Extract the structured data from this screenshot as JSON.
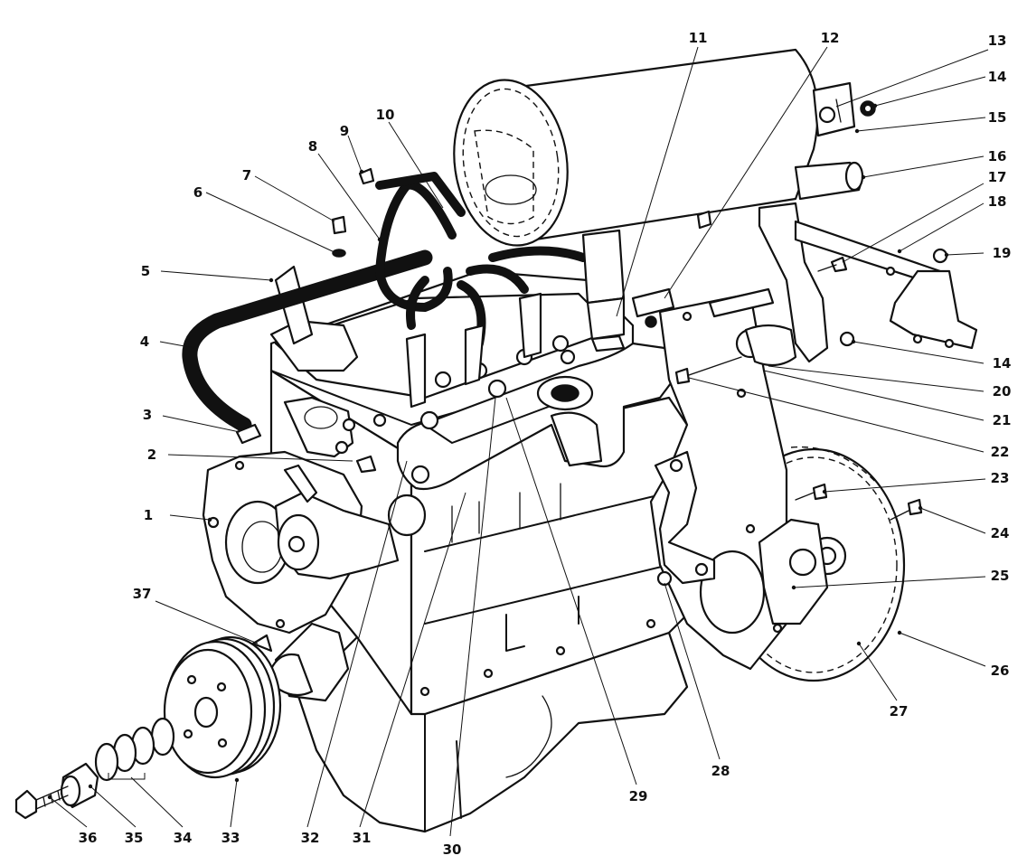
{
  "callouts": [
    {
      "num": "1"
    },
    {
      "num": "2"
    },
    {
      "num": "3"
    },
    {
      "num": "4"
    },
    {
      "num": "5"
    },
    {
      "num": "6"
    },
    {
      "num": "7"
    },
    {
      "num": "8"
    },
    {
      "num": "9"
    },
    {
      "num": "10"
    },
    {
      "num": "11"
    },
    {
      "num": "12"
    },
    {
      "num": "13"
    },
    {
      "num": "14"
    },
    {
      "num": "14"
    },
    {
      "num": "15"
    },
    {
      "num": "16"
    },
    {
      "num": "17"
    },
    {
      "num": "18"
    },
    {
      "num": "19"
    },
    {
      "num": "20"
    },
    {
      "num": "21"
    },
    {
      "num": "22"
    },
    {
      "num": "23"
    },
    {
      "num": "24"
    },
    {
      "num": "25"
    },
    {
      "num": "26"
    },
    {
      "num": "27"
    },
    {
      "num": "28"
    },
    {
      "num": "29"
    },
    {
      "num": "30"
    },
    {
      "num": "31"
    },
    {
      "num": "32"
    },
    {
      "num": "33"
    },
    {
      "num": "34"
    },
    {
      "num": "35"
    },
    {
      "num": "36"
    },
    {
      "num": "37"
    }
  ]
}
